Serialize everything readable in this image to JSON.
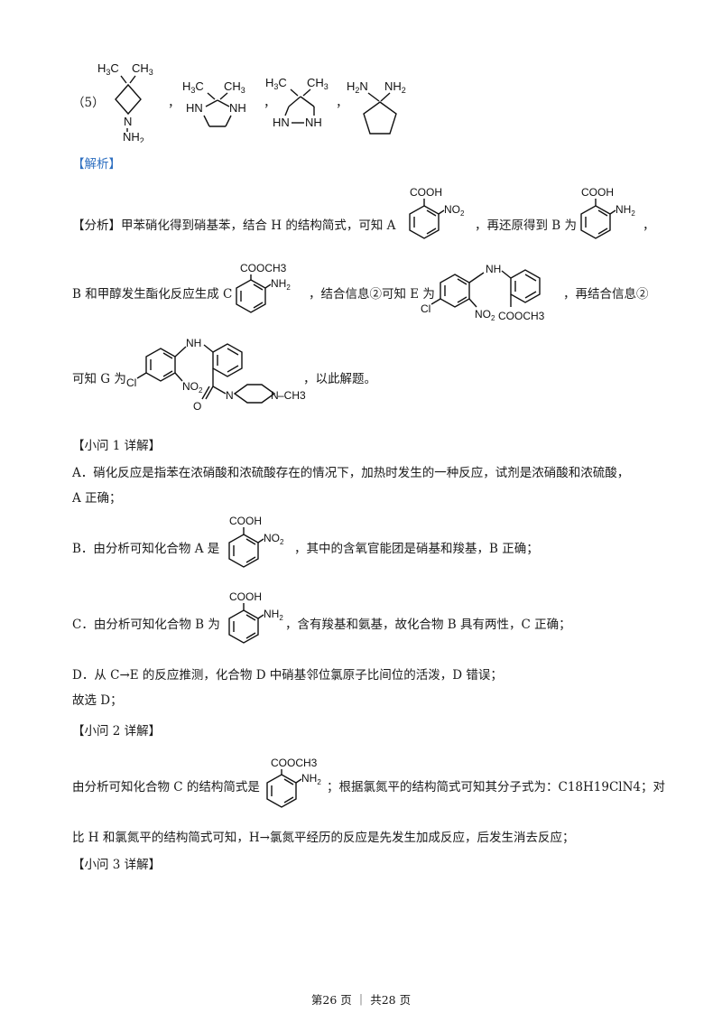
{
  "top": {
    "q5_label": "（5）",
    "sep1": "，",
    "sep2": "，",
    "sep3": "，",
    "mol1": {
      "top": "H3C–CH3",
      "n": "N",
      "nh2": "NH2"
    },
    "mol2": {
      "top": "H3C  CH3",
      "hn": "HN",
      "nh": "NH"
    },
    "mol3": {
      "top": "H3C  CH3",
      "hn": "HN",
      "nh": "NH"
    },
    "mol4": {
      "nh2a": "H2N",
      "nh2b": "NH2"
    }
  },
  "jiexi": "【解析】",
  "analysis": {
    "p1a": "【分析】甲苯硝化得到硝基苯，结合 H 的结构简式，可知 A",
    "p1b": "，再还原得到 B 为",
    "p1c": "，",
    "p2a": "B 和甲醇发生酯化反应生成 C",
    "p2b": "，结合信息②可知 E 为",
    "p2c": "，再结合信息②",
    "p3a": "可知 G 为",
    "p3b": "，以此解题。"
  },
  "labels": {
    "cooh": "COOH",
    "no2": "NO2",
    "nh2": "NH2",
    "cooch3": "COOCH3",
    "nh": "NH",
    "cl": "Cl",
    "o": "O",
    "n": "N",
    "ch3": "–CH3"
  },
  "q1": {
    "heading": "【小问 1 详解】",
    "a1": "A．硝化反应是指苯在浓硝酸和浓硫酸存在的情况下，加热时发生的一种反应，试剂是浓硝酸和浓硫酸，",
    "a2": "A 正确；",
    "b_pre": "B．由分析可知化合物 A 是",
    "b_post": "，其中的含氧官能团是硝基和羧基，B 正确；",
    "c_pre": "C．由分析可知化合物 B 为",
    "c_post": "，含有羧基和氨基，故化合物 B 具有两性，C 正确；",
    "d": "D．从 C→E 的反应推测，化合物 D 中硝基邻位氯原子比间位的活泼，D 错误；",
    "ans": "故选 D；"
  },
  "q2": {
    "heading": "【小问 2 详解】",
    "p1_pre": "由分析可知化合物 C 的结构简式是",
    "p1_post": "；根据氯氮平的结构简式可知其分子式为：C18H19ClN4；对",
    "p2": "比 H 和氯氮平的结构简式可知，H→氯氮平经历的反应是先发生加成反应，后发生消去反应；"
  },
  "q3": {
    "heading": "【小问 3 详解】"
  },
  "footer": "第26 页 ｜ 共28 页"
}
